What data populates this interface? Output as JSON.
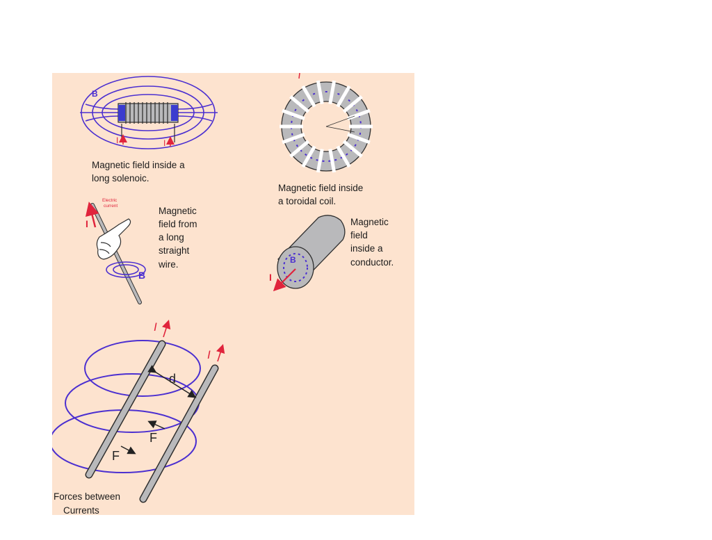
{
  "colors": {
    "background": "#fde3cf",
    "field_line": "#4b2fd0",
    "current_arrow": "#e0243c",
    "wire_fill": "#b9b9bb",
    "wire_stroke": "#2f2f2f"
  },
  "panels": {
    "solenoid": {
      "caption_line1": "Magnetic field inside a",
      "caption_line2": "long solenoic.",
      "b_label": "B",
      "current_label_1": "I",
      "current_label_2": "I"
    },
    "toroid": {
      "caption_line1": "Magnetic field inside",
      "caption_line2": "a toroidal coil."
    },
    "straight_wire": {
      "caption_line1": "Magnetic",
      "caption_line2": "field from",
      "caption_line3": "a long",
      "caption_line4": "straight",
      "caption_line5": "wire.",
      "current_label": "I",
      "b_label": "B",
      "electric_current_label_1": "Electric",
      "electric_current_label_2": "current"
    },
    "conductor": {
      "caption_line1": "Magnetic",
      "caption_line2": "field",
      "caption_line3": "inside a",
      "caption_line4": "conductor.",
      "b_label": "B",
      "current_label": "I"
    },
    "forces": {
      "caption_line1": "Forces between",
      "caption_line2": "Currents",
      "current_label_left": "I",
      "current_label_right": "I",
      "distance_label": "d",
      "force_label_left": "F",
      "force_label_right": "F"
    }
  },
  "icons": [
    "solenoid-coil-icon",
    "toroid-coil-icon",
    "right-hand-icon",
    "conductor-cylinder-icon",
    "parallel-wires-icon"
  ]
}
